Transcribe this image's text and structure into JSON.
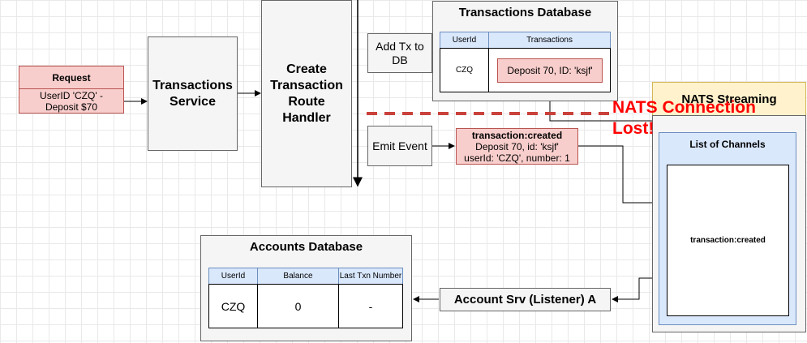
{
  "request": {
    "title": "Request",
    "body": "UserID 'CZQ' - Deposit $70"
  },
  "transactions_service": "Transactions Service",
  "route_handler": "Create Transaction Route Handler",
  "add_tx": "Add Tx to DB",
  "emit_event": "Emit Event",
  "transactions_db": {
    "title": "Transactions Database",
    "headers": [
      "UserId",
      "Transactions"
    ],
    "userid": "CZQ",
    "entry": "Deposit 70, ID: 'ksjf'"
  },
  "event": {
    "title": "transaction:created",
    "line1": "Deposit 70, id: 'ksjf'",
    "line2": "userId: 'CZQ', number: 1"
  },
  "nats": {
    "title": "NATS Streaming",
    "channels_title": "List of Channels",
    "channel": "transaction:created"
  },
  "lost_label": "NATS Connection Lost!",
  "accounts_db": {
    "title": "Accounts Database",
    "headers": [
      "UserId",
      "Balance",
      "Last Txn Number"
    ],
    "values": [
      "CZQ",
      "0",
      "-"
    ]
  },
  "listener": "Account Srv (Listener) A"
}
